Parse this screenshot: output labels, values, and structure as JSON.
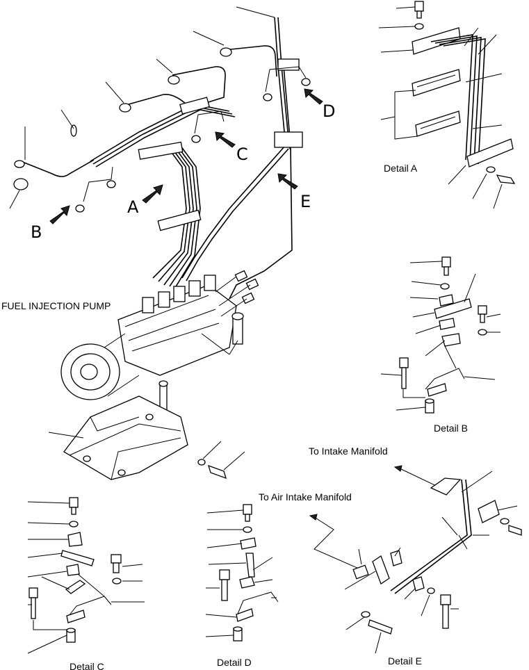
{
  "labels": {
    "pump": "FUEL INJECTION PUMP",
    "detail_a": "Detail A",
    "detail_b": "Detail B",
    "detail_c": "Detail C",
    "detail_d": "Detail D",
    "detail_e": "Detail E",
    "to_intake": "To Intake Manifold",
    "to_air_intake": "To Air Intake Manifold"
  },
  "view_letters": {
    "a": "A",
    "b": "B",
    "c": "C",
    "d": "D",
    "e": "E"
  }
}
